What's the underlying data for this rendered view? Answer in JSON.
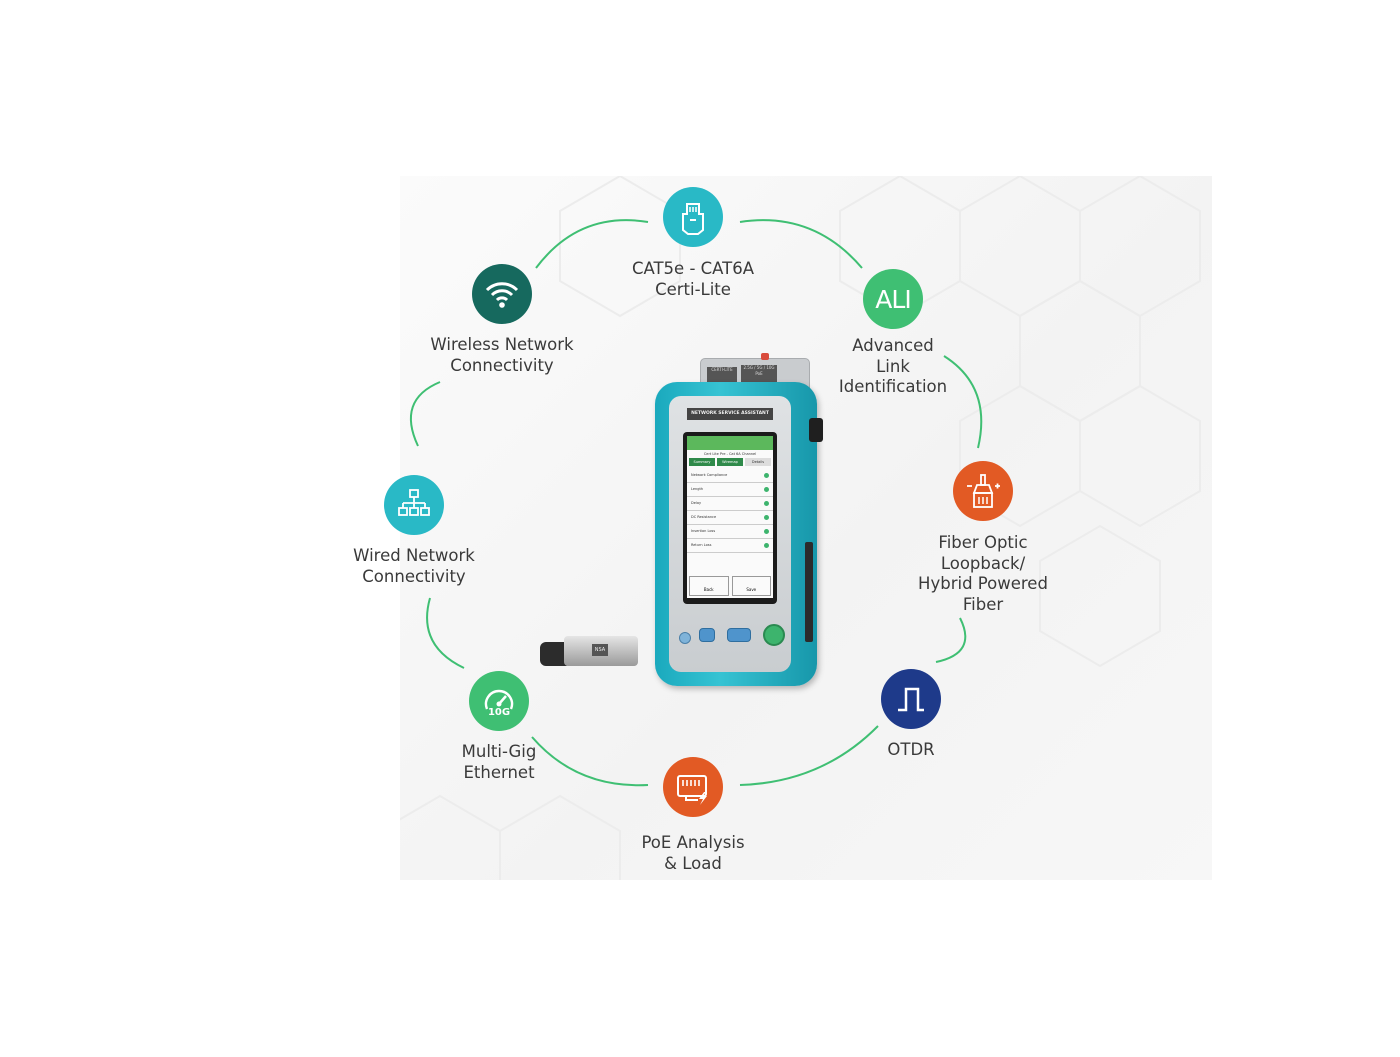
{
  "features": [
    {
      "id": "cat",
      "label": "CAT5e - CAT6A\nCerti-Lite",
      "color": "#29b9c6",
      "icon": "rj45-connector-icon"
    },
    {
      "id": "ali",
      "label": "Advanced\nLink\nIdentification",
      "color": "#3fbf73",
      "icon": "ali-icon",
      "icon_text": "ALI"
    },
    {
      "id": "fiber",
      "label": "Fiber Optic\nLoopback/\nHybrid Powered\nFiber",
      "color": "#e25a24",
      "icon": "fiber-connector-icon"
    },
    {
      "id": "otdr",
      "label": "OTDR",
      "color": "#1e3a8a",
      "icon": "pulse-icon"
    },
    {
      "id": "poe",
      "label": "PoE Analysis\n& Load",
      "color": "#e25a24",
      "icon": "poe-port-icon"
    },
    {
      "id": "multigig",
      "label": "Multi-Gig\nEthernet",
      "color": "#3fbf73",
      "icon": "speedometer-icon",
      "icon_text": "10G"
    },
    {
      "id": "wired",
      "label": "Wired Network\nConnectivity",
      "color": "#29b9c6",
      "icon": "network-hierarchy-icon"
    },
    {
      "id": "wireless",
      "label": "Wireless Network\nConnectivity",
      "color": "#16695e",
      "icon": "wifi-icon"
    }
  ],
  "device": {
    "header": "NETWORK SERVICE ASSISTANT",
    "port_label_1": "CERTI-LITE",
    "port_label_2": "2.5G / 5G / 10G",
    "port_label_3": "PoE",
    "screen_title": "Cert Lite Pre - Cat 6A Channel",
    "tabs": [
      "Summary",
      "Wiremap",
      "Details"
    ],
    "rows": [
      "Network Compliance",
      "Length",
      "Delay",
      "DC Resistance",
      "Insertion Loss",
      "Return Loss"
    ],
    "buttons": [
      "Back",
      "Save"
    ],
    "adapter_label": "NSA"
  },
  "ring_color": "#3fbf73"
}
